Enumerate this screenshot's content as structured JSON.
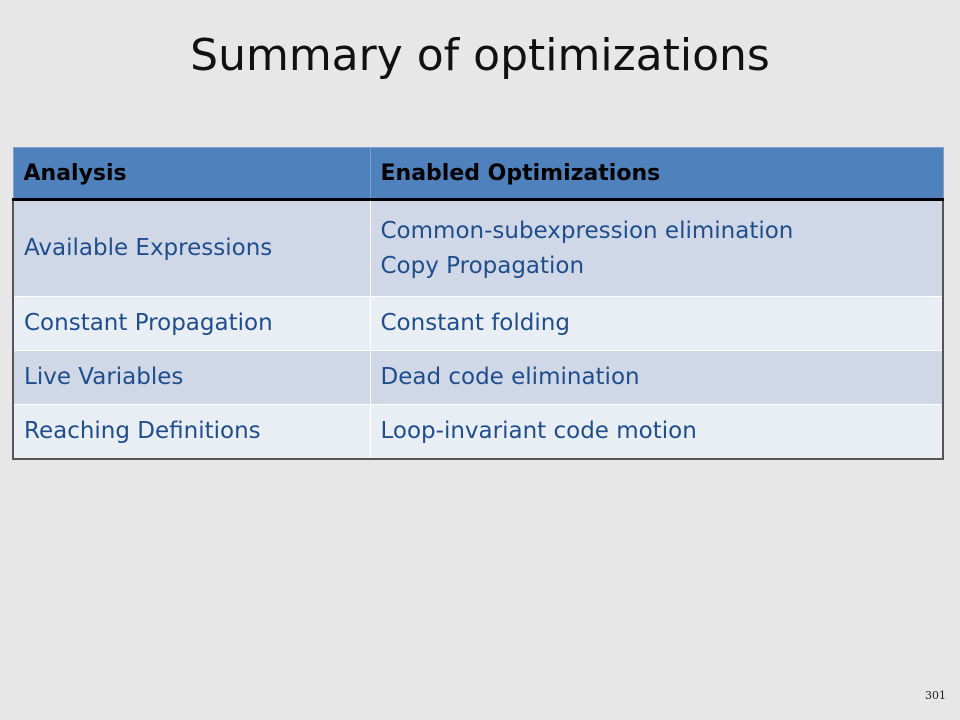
{
  "slide": {
    "title": "Summary of optimizations",
    "page_number": "301"
  },
  "table": {
    "headers": [
      "Analysis",
      "Enabled Optimizations"
    ],
    "rows": [
      {
        "analysis": "Available Expressions",
        "optimizations": [
          "Common-subexpression elimination",
          "Copy Propagation"
        ]
      },
      {
        "analysis": "Constant Propagation",
        "optimizations": [
          "Constant folding"
        ]
      },
      {
        "analysis": "Live Variables",
        "optimizations": [
          "Dead code elimination"
        ]
      },
      {
        "analysis": "Reaching Definitions",
        "optimizations": [
          "Loop-invariant code motion"
        ]
      }
    ]
  },
  "colors": {
    "background": "#e7e7e7",
    "header_fill": "#4f81bd",
    "row_odd": "#d0d8e8",
    "row_even": "#e9edf4",
    "body_text": "#1f4e8c"
  }
}
